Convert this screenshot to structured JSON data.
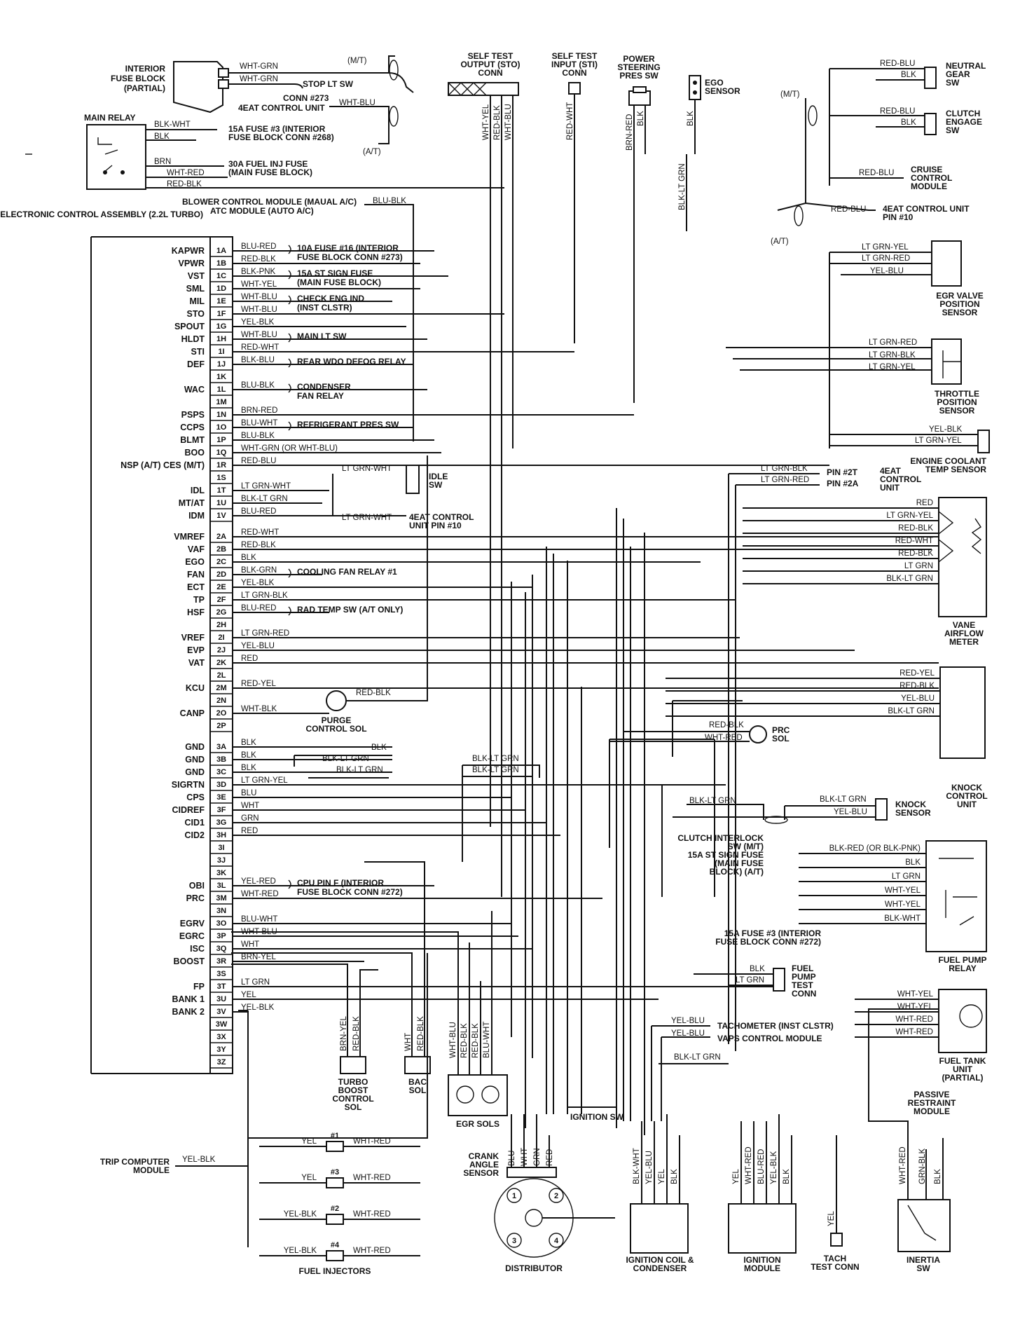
{
  "ecu": {
    "title": "ELECTRONIC CONTROL ASSEMBLY (2.2L TURBO)",
    "pins": [
      {
        "pin": "1A",
        "signal": "KAPWR",
        "wire": "BLU-RED"
      },
      {
        "pin": "1B",
        "signal": "VPWR",
        "wire": "RED-BLK"
      },
      {
        "pin": "1C",
        "signal": "VST",
        "wire": "BLK-PNK"
      },
      {
        "pin": "1D",
        "signal": "SML",
        "wire": "WHT-YEL"
      },
      {
        "pin": "1E",
        "signal": "MIL",
        "wire": "WHT-BLU"
      },
      {
        "pin": "1F",
        "signal": "STO",
        "wire": "WHT-BLU"
      },
      {
        "pin": "1G",
        "signal": "SPOUT",
        "wire": "YEL-BLK"
      },
      {
        "pin": "1H",
        "signal": "HLDT",
        "wire": "WHT-BLU"
      },
      {
        "pin": "1I",
        "signal": "STI",
        "wire": "RED-WHT"
      },
      {
        "pin": "1J",
        "signal": "DEF",
        "wire": "BLK-BLU"
      },
      {
        "pin": "1K",
        "signal": "",
        "wire": ""
      },
      {
        "pin": "1L",
        "signal": "WAC",
        "wire": "BLU-BLK"
      },
      {
        "pin": "1M",
        "signal": "",
        "wire": ""
      },
      {
        "pin": "1N",
        "signal": "PSPS",
        "wire": "BRN-RED"
      },
      {
        "pin": "1O",
        "signal": "CCPS",
        "wire": "BLU-WHT"
      },
      {
        "pin": "1P",
        "signal": "BLMT",
        "wire": "BLU-BLK"
      },
      {
        "pin": "1Q",
        "signal": "BOO",
        "wire": "WHT-GRN (OR WHT-BLU)"
      },
      {
        "pin": "1R",
        "signal": "NSP (A/T) CES (M/T)",
        "wire": "RED-BLU"
      },
      {
        "pin": "1S",
        "signal": "",
        "wire": ""
      },
      {
        "pin": "1T",
        "signal": "IDL",
        "wire": "LT GRN-WHT"
      },
      {
        "pin": "1U",
        "signal": "MT/AT",
        "wire": "BLK-LT GRN"
      },
      {
        "pin": "1V",
        "signal": "IDM",
        "wire": "BLU-RED"
      },
      {
        "pin": "2A",
        "signal": "VMREF",
        "wire": "RED-WHT"
      },
      {
        "pin": "2B",
        "signal": "VAF",
        "wire": "RED-BLK"
      },
      {
        "pin": "2C",
        "signal": "EGO",
        "wire": "BLK"
      },
      {
        "pin": "2D",
        "signal": "FAN",
        "wire": "BLK-GRN"
      },
      {
        "pin": "2E",
        "signal": "ECT",
        "wire": "YEL-BLK"
      },
      {
        "pin": "2F",
        "signal": "TP",
        "wire": "LT GRN-BLK"
      },
      {
        "pin": "2G",
        "signal": "HSF",
        "wire": "BLU-RED"
      },
      {
        "pin": "2H",
        "signal": "",
        "wire": ""
      },
      {
        "pin": "2I",
        "signal": "VREF",
        "wire": "LT GRN-RED"
      },
      {
        "pin": "2J",
        "signal": "EVP",
        "wire": "YEL-BLU"
      },
      {
        "pin": "2K",
        "signal": "VAT",
        "wire": "RED"
      },
      {
        "pin": "2L",
        "signal": "",
        "wire": ""
      },
      {
        "pin": "2M",
        "signal": "KCU",
        "wire": "RED-YEL"
      },
      {
        "pin": "2N",
        "signal": "",
        "wire": ""
      },
      {
        "pin": "2O",
        "signal": "CANP",
        "wire": "WHT-BLK"
      },
      {
        "pin": "2P",
        "signal": "",
        "wire": ""
      },
      {
        "pin": "3A",
        "signal": "GND",
        "wire": "BLK"
      },
      {
        "pin": "3B",
        "signal": "GND",
        "wire": "BLK"
      },
      {
        "pin": "3C",
        "signal": "GND",
        "wire": "BLK"
      },
      {
        "pin": "3D",
        "signal": "SIGRTN",
        "wire": "LT GRN-YEL"
      },
      {
        "pin": "3E",
        "signal": "CPS",
        "wire": "BLU"
      },
      {
        "pin": "3F",
        "signal": "CIDREF",
        "wire": "WHT"
      },
      {
        "pin": "3G",
        "signal": "CID1",
        "wire": "GRN"
      },
      {
        "pin": "3H",
        "signal": "CID2",
        "wire": "RED"
      },
      {
        "pin": "3I",
        "signal": "",
        "wire": ""
      },
      {
        "pin": "3J",
        "signal": "",
        "wire": ""
      },
      {
        "pin": "3K",
        "signal": "",
        "wire": ""
      },
      {
        "pin": "3L",
        "signal": "OBI",
        "wire": "YEL-RED"
      },
      {
        "pin": "3M",
        "signal": "PRC",
        "wire": "WHT-RED"
      },
      {
        "pin": "3N",
        "signal": "",
        "wire": ""
      },
      {
        "pin": "3O",
        "signal": "EGRV",
        "wire": "BLU-WHT"
      },
      {
        "pin": "3P",
        "signal": "EGRC",
        "wire": "WHT-BLU"
      },
      {
        "pin": "3Q",
        "signal": "ISC",
        "wire": "WHT"
      },
      {
        "pin": "3R",
        "signal": "BOOST",
        "wire": "BRN-YEL"
      },
      {
        "pin": "3S",
        "signal": "",
        "wire": ""
      },
      {
        "pin": "3T",
        "signal": "FP",
        "wire": "LT GRN"
      },
      {
        "pin": "3U",
        "signal": "BANK 1",
        "wire": "YEL"
      },
      {
        "pin": "3V",
        "signal": "BANK 2",
        "wire": "YEL-BLK"
      },
      {
        "pin": "3W",
        "signal": "",
        "wire": ""
      },
      {
        "pin": "3X",
        "signal": "",
        "wire": ""
      },
      {
        "pin": "3Y",
        "signal": "",
        "wire": ""
      },
      {
        "pin": "3Z",
        "signal": "",
        "wire": ""
      }
    ]
  },
  "ecu_destinations": [
    {
      "pin": "1A",
      "text": "10A FUSE #16 (INTERIOR",
      "text2": "FUSE BLOCK CONN #273)"
    },
    {
      "pin": "1C",
      "text": "15A ST SIGN FUSE",
      "text2": "(MAIN FUSE BLOCK)"
    },
    {
      "pin": "1E",
      "text": "CHECK ENG IND",
      "text2": "(INST CLSTR)"
    },
    {
      "pin": "1H",
      "text": "MAIN LT SW",
      "text2": ""
    },
    {
      "pin": "1J",
      "text": "REAR WDO DEFOG RELAY",
      "text2": ""
    },
    {
      "pin": "1L",
      "text": "CONDENSER",
      "text2": "FAN RELAY"
    },
    {
      "pin": "1O",
      "text": "REFRIGERANT PRES SW",
      "text2": ""
    },
    {
      "pin": "2D",
      "text": "COOLING FAN RELAY #1",
      "text2": ""
    },
    {
      "pin": "2G",
      "text": "RAD TEMP SW (A/T ONLY)",
      "text2": ""
    },
    {
      "pin": "3L",
      "text": "CPU PIN F (INTERIOR",
      "text2": "FUSE BLOCK CONN #272)"
    }
  ],
  "top_left": {
    "interior_fuse_block": [
      "INTERIOR",
      "FUSE BLOCK",
      "(PARTIAL)"
    ],
    "wht_grn_1": "WHT-GRN",
    "wht_grn_2": "WHT-GRN",
    "mt": "(M/T)",
    "at": "(A/T)",
    "stop_lt_sw": "STOP LT SW",
    "conn_273": "CONN #273",
    "eatcu": "4EAT CONTROL UNIT",
    "wht_blu": "WHT-BLU",
    "main_relay": "MAIN RELAY",
    "blk_wht": "BLK-WHT",
    "blk": "BLK",
    "fuse3": [
      "15A FUSE #3 (INTERIOR",
      "FUSE BLOCK CONN #268)"
    ],
    "brn": "BRN",
    "wht_red": "WHT-RED",
    "red_blk": "RED-BLK",
    "fuse30": [
      "30A FUEL INJ FUSE",
      "(MAIN FUSE BLOCK)"
    ],
    "blower": "BLOWER CONTROL MODULE (MAUAL A/C)",
    "atc": "ATC MODULE (AUTO A/C)",
    "blu_blk": "BLU-BLK"
  },
  "top_connectors": {
    "sto": [
      "SELF TEST",
      "OUTPUT (STO)",
      "CONN"
    ],
    "sto_wires": [
      "WHT-YEL",
      "RED-BLK",
      "WHT-BLU"
    ],
    "sti": [
      "SELF TEST",
      "INPUT (STI)",
      "CONN"
    ],
    "sti_wire": "RED-WHT",
    "ps": [
      "POWER",
      "STEERING",
      "PRES SW"
    ],
    "ps_wires": [
      "BRN-RED",
      "BLK"
    ],
    "ego": [
      "EGO",
      "SENSOR"
    ],
    "ego_wires": [
      "BLK",
      "BLK-LT GRN"
    ]
  },
  "right_side": {
    "mt": "(M/T)",
    "at": "(A/T)",
    "neutral": [
      "NEUTRAL",
      "GEAR",
      "SW"
    ],
    "neutral_wires": [
      "RED-BLU",
      "BLK"
    ],
    "clutch": [
      "CLUTCH",
      "ENGAGE",
      "SW"
    ],
    "clutch_wires": [
      "RED-BLU",
      "BLK"
    ],
    "cruise": [
      "CRUISE",
      "CONTROL",
      "MODULE"
    ],
    "cruise_wire": "RED-BLU",
    "eat_pin10": [
      "4EAT CONTROL UNIT",
      "PIN #10"
    ],
    "eat_wire": "RED-BLU",
    "egr_vps": [
      "EGR VALVE",
      "POSITION",
      "SENSOR"
    ],
    "egr_wires": [
      "LT GRN-YEL",
      "LT GRN-RED",
      "YEL-BLU"
    ],
    "tps": [
      "THROTTLE",
      "POSITION",
      "SENSOR"
    ],
    "tps_wires": [
      "LT GRN-RED",
      "LT GRN-BLK",
      "LT GRN-YEL"
    ],
    "ect": [
      "ENGINE COOLANT",
      "TEMP SENSOR"
    ],
    "ect_wires": [
      "YEL-BLK",
      "LT GRN-YEL"
    ],
    "eat_unit": [
      "4EAT",
      "CONTROL",
      "UNIT"
    ],
    "eat_pins": [
      "PIN #2T",
      "PIN #2A"
    ],
    "eat_unit_wires": [
      "LT GRN-BLK",
      "LT GRN-RED"
    ],
    "vaf": [
      "VANE",
      "AIRFLOW",
      "METER"
    ],
    "vaf_wires": [
      "RED",
      "LT GRN-YEL",
      "RED-BLK",
      "RED-WHT",
      "RED-BLK",
      "LT GRN",
      "BLK-LT GRN"
    ],
    "kcu": [
      "KNOCK",
      "CONTROL",
      "UNIT"
    ],
    "kcu_wires": [
      "RED-YEL",
      "RED-BLK",
      "YEL-BLU",
      "BLK-LT GRN"
    ],
    "prc": [
      "PRC",
      "SOL"
    ],
    "prc_wires": [
      "RED-BLK",
      "WHT-RED"
    ],
    "knock": [
      "KNOCK",
      "SENSOR"
    ],
    "knock_wires": [
      "BLK-LT GRN",
      "BLK-LT GRN",
      "YEL-BLU"
    ],
    "clutch_interlock": [
      "CLUTCH INTERLOCK",
      "SW (M/T)",
      "15A ST SIGN FUSE",
      "(MAIN FUSE",
      "BLOCK) (A/T)"
    ],
    "fp_relay_wires": [
      "BLK-RED (OR BLK-PNK)",
      "BLK",
      "LT GRN",
      "WHT-YEL",
      "WHT-YEL",
      "BLK-WHT"
    ],
    "fp_relay": [
      "FUEL PUMP",
      "RELAY"
    ],
    "fuse3_272": [
      "15A FUSE #3 (INTERIOR",
      "FUSE BLOCK CONN #272)"
    ],
    "fp_test": [
      "FUEL",
      "PUMP",
      "TEST",
      "CONN"
    ],
    "fp_test_wires": [
      "BLK",
      "LT GRN"
    ],
    "tank": [
      "FUEL TANK",
      "UNIT",
      "(PARTIAL)"
    ],
    "tank_wires": [
      "WHT-YEL",
      "WHT-YEL",
      "WHT-RED",
      "WHT-RED"
    ],
    "prm": [
      "PASSIVE",
      "RESTRAINT",
      "MODULE"
    ],
    "inertia": [
      "INERTIA",
      "SW"
    ],
    "inertia_wires": [
      "WHT-RED",
      "GRN-BLK",
      "BLK"
    ]
  },
  "middle": {
    "idle_sw": [
      "IDLE",
      "SW"
    ],
    "idle_wire": "LT GRN-WHT",
    "eat10": [
      "4EAT CONTROL",
      "UNIT PIN #10"
    ],
    "eat10_wire": "LT GRN-WHT",
    "purge": [
      "PURGE",
      "CONTROL SOL"
    ],
    "purge_wire": "RED-BLK",
    "gnd_wires": [
      "BLK",
      "BLK-LT GRN",
      "BLK-LT GRN",
      "BLK-LT GRN",
      "BLK-LT GRN"
    ]
  },
  "bottom": {
    "turbo": [
      "TURBO",
      "BOOST",
      "CONTROL",
      "SOL"
    ],
    "turbo_wires": [
      "BRN-YEL",
      "RED-BLK"
    ],
    "bac": [
      "BAC",
      "SOL"
    ],
    "bac_wires": [
      "WHT",
      "RED-BLK"
    ],
    "egr_sols": "EGR SOLS",
    "egr_wires": [
      "WHT-BLU",
      "RED-BLK",
      "RED-BLK",
      "BLU-WHT"
    ],
    "crank": [
      "CRANK",
      "ANGLE",
      "SENSOR"
    ],
    "crank_wires": [
      "BLU",
      "WHT",
      "GRN",
      "RED"
    ],
    "distributor": "DISTRIBUTOR",
    "dist_nums": [
      "1",
      "2",
      "3",
      "4"
    ],
    "ign_sw": "IGNITION SW",
    "tach": "TACHOMETER (INST CLSTR)",
    "vaps": "VAPS CONTROL MODULE",
    "tach_wires": [
      "YEL-BLU",
      "YEL-BLU"
    ],
    "blk_ltgrn": "BLK-LT GRN",
    "coil": [
      "IGNITION COIL &",
      "CONDENSER"
    ],
    "coil_wires": [
      "BLK-WHT",
      "YEL-BLU",
      "YEL",
      "BLK"
    ],
    "ign_mod": [
      "IGNITION",
      "MODULE"
    ],
    "ign_wires": [
      "YEL",
      "WHT-RED",
      "BLU-RED",
      "YEL-BLK",
      "BLK"
    ],
    "tach_conn": [
      "TACH",
      "TEST CONN"
    ],
    "tach_wire": "YEL",
    "trip": [
      "TRIP COMPUTER",
      "MODULE"
    ],
    "trip_wire": "YEL-BLK",
    "injectors": "FUEL INJECTORS",
    "inj": [
      {
        "num": "#1",
        "l": "YEL",
        "r": "WHT-RED"
      },
      {
        "num": "#3",
        "l": "YEL",
        "r": "WHT-RED"
      },
      {
        "num": "#2",
        "l": "YEL-BLK",
        "r": "WHT-RED"
      },
      {
        "num": "#4",
        "l": "YEL-BLK",
        "r": "WHT-RED"
      }
    ]
  }
}
